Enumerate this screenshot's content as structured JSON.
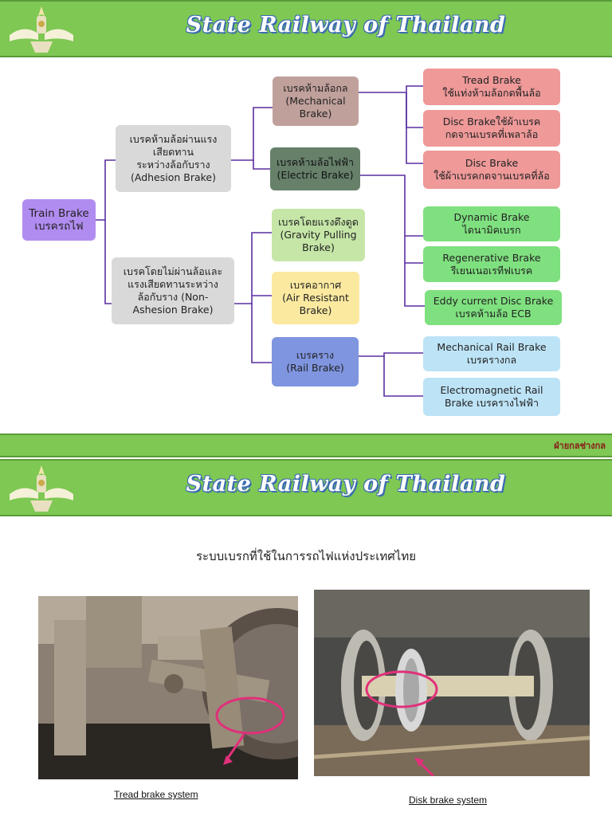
{
  "slide1": {
    "title": "State Railway of Thailand",
    "root": "Train Brake\nเบรครถไฟ",
    "adhesion": "เบรคห้ามล้อผ่านแรง\nเสียดทาน\nระหว่างล้อกับราง\n(Adhesion Brake)",
    "non_adhesion": "เบรคโดยไม่ผ่านล้อและ\nแรงเสียดทานระหว่าง\nล้อกับราง (Non-\nAshesion Brake)",
    "mechanical": "เบรคห้ามล้อกล\n(Mechanical\nBrake)",
    "electric": "เบรคห้ามล้อไฟฟ้า\n(Electric Brake)",
    "gravity": "เบรคโดยแรงดึงดูด\n(Gravity Pulling\nBrake)",
    "air": "เบรคอากาศ\n(Air Resistant\nBrake)",
    "rail": "เบรคราง\n(Rail Brake)",
    "tread": "Tread Brake\nใช้แท่งห้ามล้อกดพื้นล้อ",
    "disc_axle": "Disc Brakeใช้ผ้าเบรค\nกดจานเบรคที่เพลาล้อ",
    "disc_wheel": "Disc Brake\nใช้ผ้าเบรคกดจานเบรคที่ล้อ",
    "dynamic": "Dynamic Brake\nไดนามิคเบรก",
    "regen": "Regenerative Brake\nรีเยนเนอเรทีฟเบรค",
    "eddy": "Eddy current Disc Brake\nเบรคห้ามล้อ ECB",
    "mech_rail": "Mechanical Rail Brake\nเบรครางกล",
    "em_rail": "Electromagnetic Rail\nBrake  เบรครางไฟฟ้า"
  },
  "divider": {
    "logo_text": "ฝ่ายกลช่างกล"
  },
  "slide2": {
    "title": "State Railway of Thailand",
    "subtitle": "ระบบเบรกที่ใช้ในการรถไฟแห่งประเทศไทย",
    "caption_left": "Tread brake system",
    "caption_right": "Disk brake system"
  },
  "colors": {
    "banner": "#7ec853",
    "root": "#b18cf0",
    "gray": "#d9d9d9",
    "mechanical": "#c0a09b",
    "electric": "#66806a",
    "green_light": "#c5e6a7",
    "yellow": "#fbe9a0",
    "blue": "#7f95e0",
    "red": "#ef9999",
    "green": "#7fe07f",
    "light_blue": "#bde3f6",
    "line": "#5a2fa0"
  }
}
